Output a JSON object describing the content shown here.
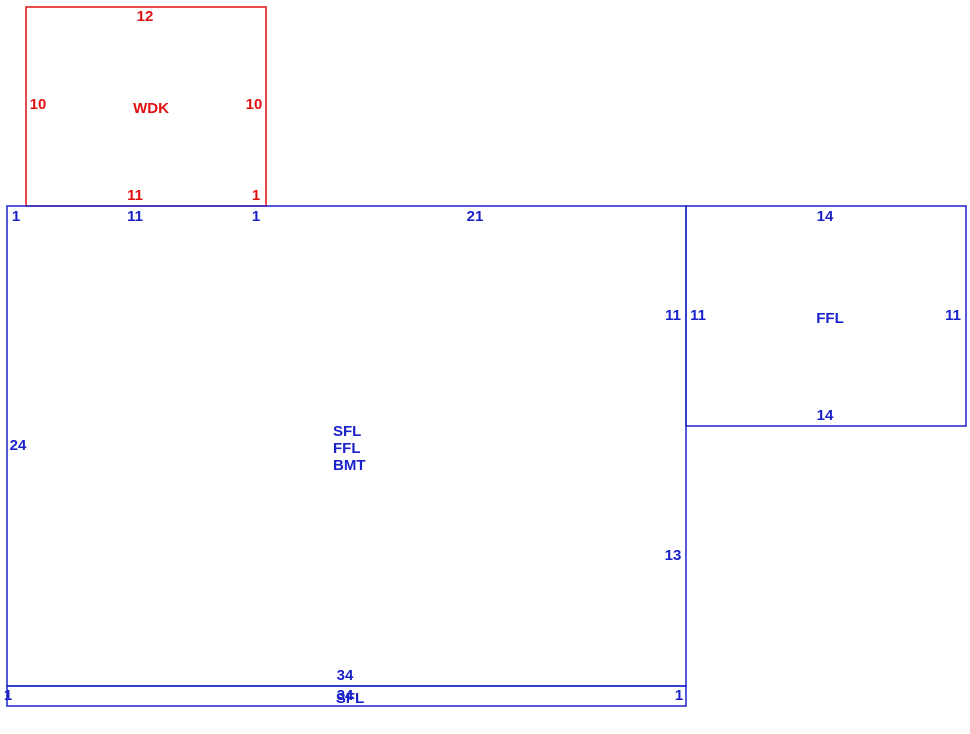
{
  "colors": {
    "deck": "#e01010",
    "main": "#1a22c8"
  },
  "wdk": {
    "name": "WDK",
    "top": "12",
    "left": "10",
    "right": "10",
    "bottom": "11",
    "bottom_offset": "1"
  },
  "main": {
    "names": [
      "SFL",
      "FFL",
      "BMT"
    ],
    "top_left_offset": "1",
    "top_segment": "11",
    "top_offset": "1",
    "top_long": "21",
    "right_upper": "11",
    "right_lower": "13",
    "left": "24",
    "bottom": "34"
  },
  "ffl": {
    "name": "FFL",
    "top": "14",
    "left": "11",
    "right": "11",
    "bottom": "14"
  },
  "strip": {
    "name": "SFL",
    "top": "34",
    "left": "1",
    "right": "1"
  }
}
